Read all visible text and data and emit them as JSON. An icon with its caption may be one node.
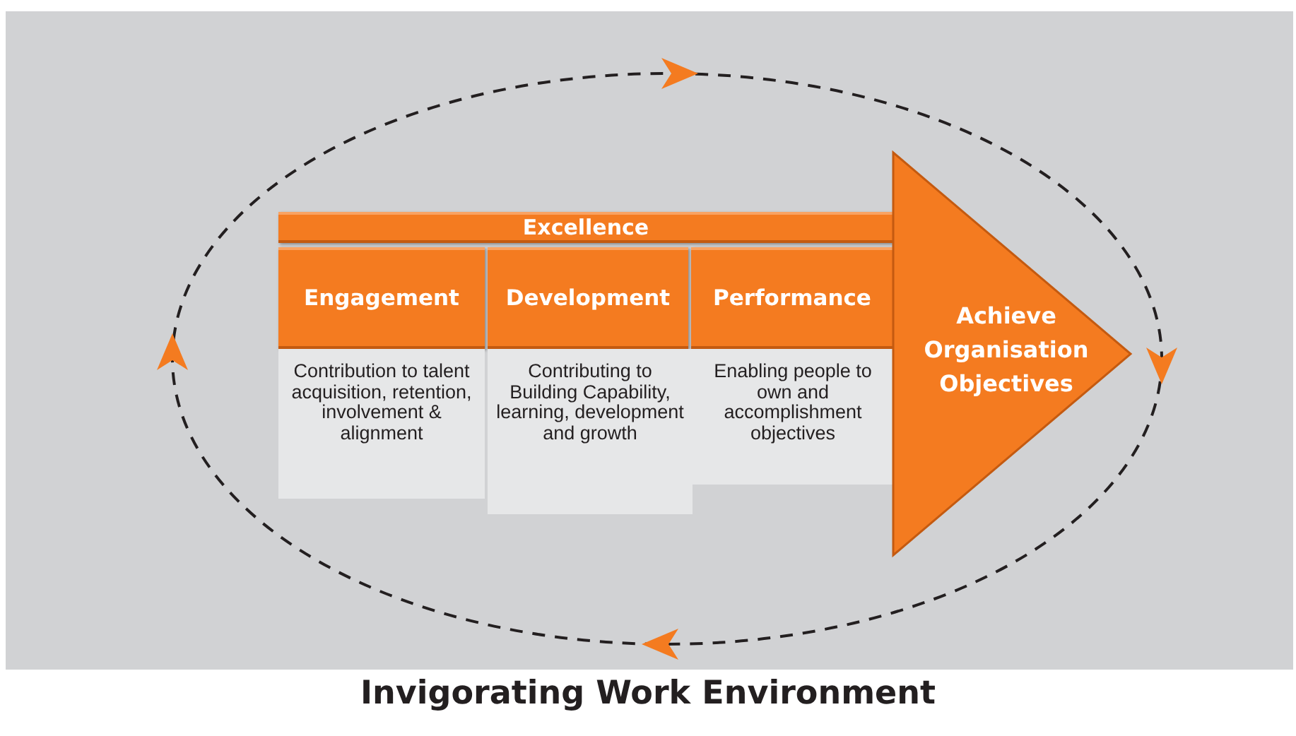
{
  "diagram": {
    "caption": "Invigorating Work Environment",
    "nodes": [
      {
        "text": [
          "Excellence"
        ]
      },
      {
        "text": [
          "Engagement"
        ]
      },
      {
        "text": [
          "Development"
        ]
      },
      {
        "text": [
          "Performance"
        ]
      },
      {
        "text": [
          "Contribution to talent acquisition, retention, involvement & alignment"
        ]
      },
      {
        "text": [
          "Contributing to Building Capability, learning, development and growth"
        ]
      },
      {
        "text": [
          "Enabling people to own and accomplishment objectives"
        ]
      },
      {
        "text": [
          "Achieve Organisation Objectives"
        ]
      }
    ]
  }
}
